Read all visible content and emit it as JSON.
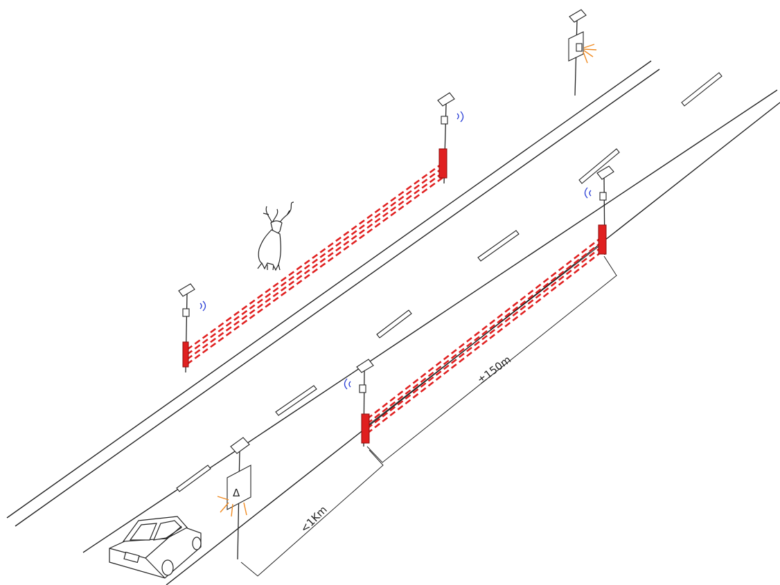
{
  "dimensions": {
    "detector_spacing": "±150m",
    "warning_distance": "<1Km"
  },
  "sign": {
    "symbol": "Δ"
  },
  "colors": {
    "beam": "#e02020",
    "signal": "#2a3fd6",
    "flash": "#f08a20",
    "line": "#222222"
  },
  "icons": [
    "solar-panel-icon",
    "wireless-signal-icon",
    "deer-icon",
    "car-icon",
    "warning-sign-icon"
  ]
}
